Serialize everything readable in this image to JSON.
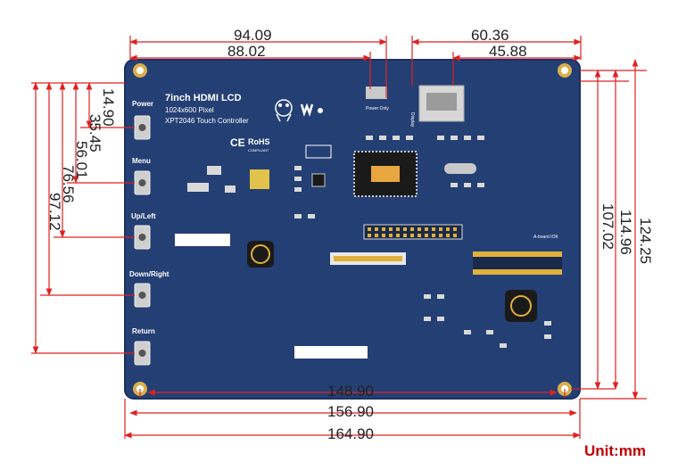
{
  "board": {
    "title": "7inch HDMI LCD",
    "line1": "1024x600 Pixel",
    "line2": "XPT2046 Touch Controller",
    "ce_mark": "CE",
    "rohs_mark": "RoHS",
    "rohs_sub": "COMPLIANT",
    "power_only": "Power Only",
    "display": "Display",
    "header_label": "A-board IOK"
  },
  "buttons": [
    {
      "label": "Power"
    },
    {
      "label": "Menu"
    },
    {
      "label": "Up/Left"
    },
    {
      "label": "Down/Right"
    },
    {
      "label": "Return"
    }
  ],
  "dimensions": {
    "top": [
      "94.09",
      "88.02",
      "60.36",
      "45.88"
    ],
    "bottom": [
      "148.90",
      "156.90",
      "164.90"
    ],
    "left": [
      "14.90",
      "35.45",
      "56.01",
      "76.56",
      "97.12"
    ],
    "right": [
      "107.02",
      "114.96",
      "124.25"
    ]
  },
  "unit_label": "Unit:mm",
  "colors": {
    "board": "#243f74",
    "dimension_line": "#e02020",
    "unit": "#c00000"
  }
}
